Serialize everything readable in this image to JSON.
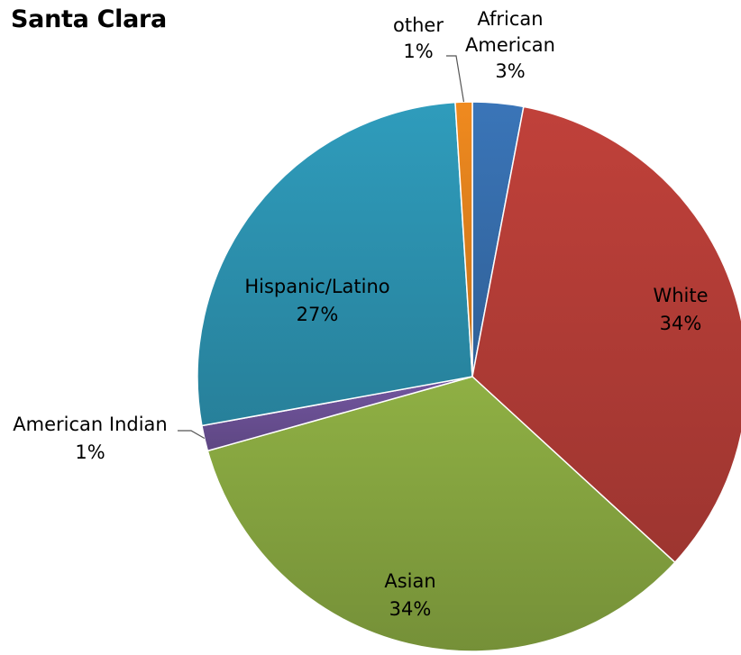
{
  "chart_data": {
    "type": "pie",
    "title": "Santa Clara",
    "slices": [
      {
        "name": "African American",
        "label_lines": [
          "African",
          "American"
        ],
        "percent_label": "3%",
        "value": 3,
        "color": "#3a75b8"
      },
      {
        "name": "White",
        "label_lines": [
          "White"
        ],
        "percent_label": "34%",
        "value": 34,
        "color": "#c0413a"
      },
      {
        "name": "Asian",
        "label_lines": [
          "Asian"
        ],
        "percent_label": "34%",
        "value": 34,
        "color": "#8fb044"
      },
      {
        "name": "American Indian",
        "label_lines": [
          "American Indian"
        ],
        "percent_label": "1%",
        "value": 1.5,
        "color": "#7356a0"
      },
      {
        "name": "Hispanic/Latino",
        "label_lines": [
          "Hispanic/Latino"
        ],
        "percent_label": "27%",
        "value": 27,
        "color": "#2f9cbc"
      },
      {
        "name": "other",
        "label_lines": [
          "other"
        ],
        "percent_label": "1%",
        "value": 1,
        "color": "#f08a1f"
      }
    ],
    "start_angle": "12 o'clock, clockwise",
    "legend": "none (labels on/near slices)"
  }
}
